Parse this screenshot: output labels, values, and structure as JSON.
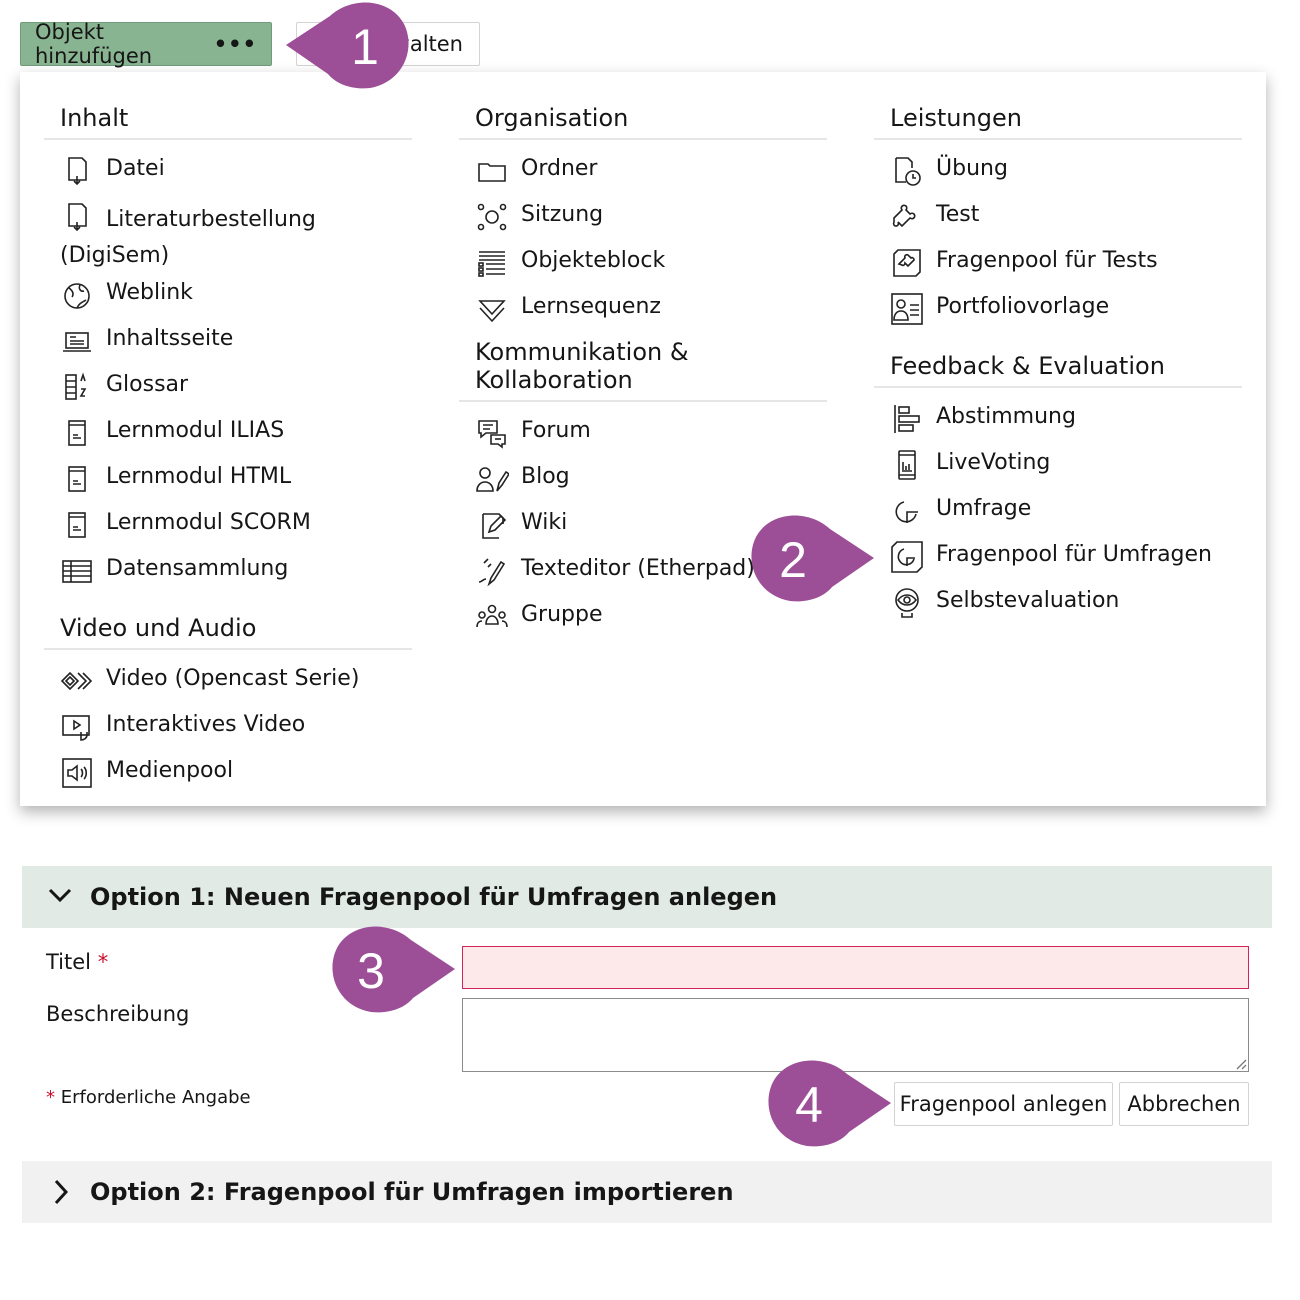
{
  "toolbar": {
    "add_label": "Objekt hinzufügen",
    "add_dots": "•••",
    "manage_label": "Verwalten"
  },
  "menu": {
    "inhalt": {
      "title": "Inhalt",
      "items": [
        "Datei",
        "Literaturbestellung (DigiSem)",
        "Weblink",
        "Inhaltsseite",
        "Glossar",
        "Lernmodul ILIAS",
        "Lernmodul HTML",
        "Lernmodul SCORM",
        "Datensammlung"
      ]
    },
    "video": {
      "title": "Video und Audio",
      "items": [
        "Video (Opencast Serie)",
        "Interaktives Video",
        "Medienpool"
      ]
    },
    "organisation": {
      "title": "Organisation",
      "items": [
        "Ordner",
        "Sitzung",
        "Objekteblock",
        "Lernsequenz"
      ]
    },
    "kommunikation": {
      "title": "Kommunikation & Kollaboration",
      "items": [
        "Forum",
        "Blog",
        "Wiki",
        "Texteditor (Etherpad)",
        "Gruppe"
      ]
    },
    "leistungen": {
      "title": "Leistungen",
      "items": [
        "Übung",
        "Test",
        "Fragenpool für Tests",
        "Portfoliovorlage"
      ]
    },
    "feedback": {
      "title": "Feedback & Evaluation",
      "items": [
        "Abstimmung",
        "LiveVoting",
        "Umfrage",
        "Fragenpool für Umfragen",
        "Selbstevaluation"
      ]
    }
  },
  "form": {
    "option1_title": "Option 1: Neuen Fragenpool für Umfragen anlegen",
    "title_label": "Titel",
    "required_mark": "*",
    "title_value": "",
    "description_label": "Beschreibung",
    "description_value": "",
    "required_note": "Erforderliche Angabe",
    "create_button": "Fragenpool anlegen",
    "cancel_button": "Abbrechen",
    "option2_title": "Option 2: Fragenpool für Umfragen importieren"
  },
  "callouts": [
    "1",
    "2",
    "3",
    "4"
  ],
  "colors": {
    "accent_green": "#88b491",
    "callout_purple": "#9c4f96",
    "required_red": "#c8102e",
    "option1_bg": "#e1eae5",
    "option2_bg": "#f1f1f1"
  }
}
